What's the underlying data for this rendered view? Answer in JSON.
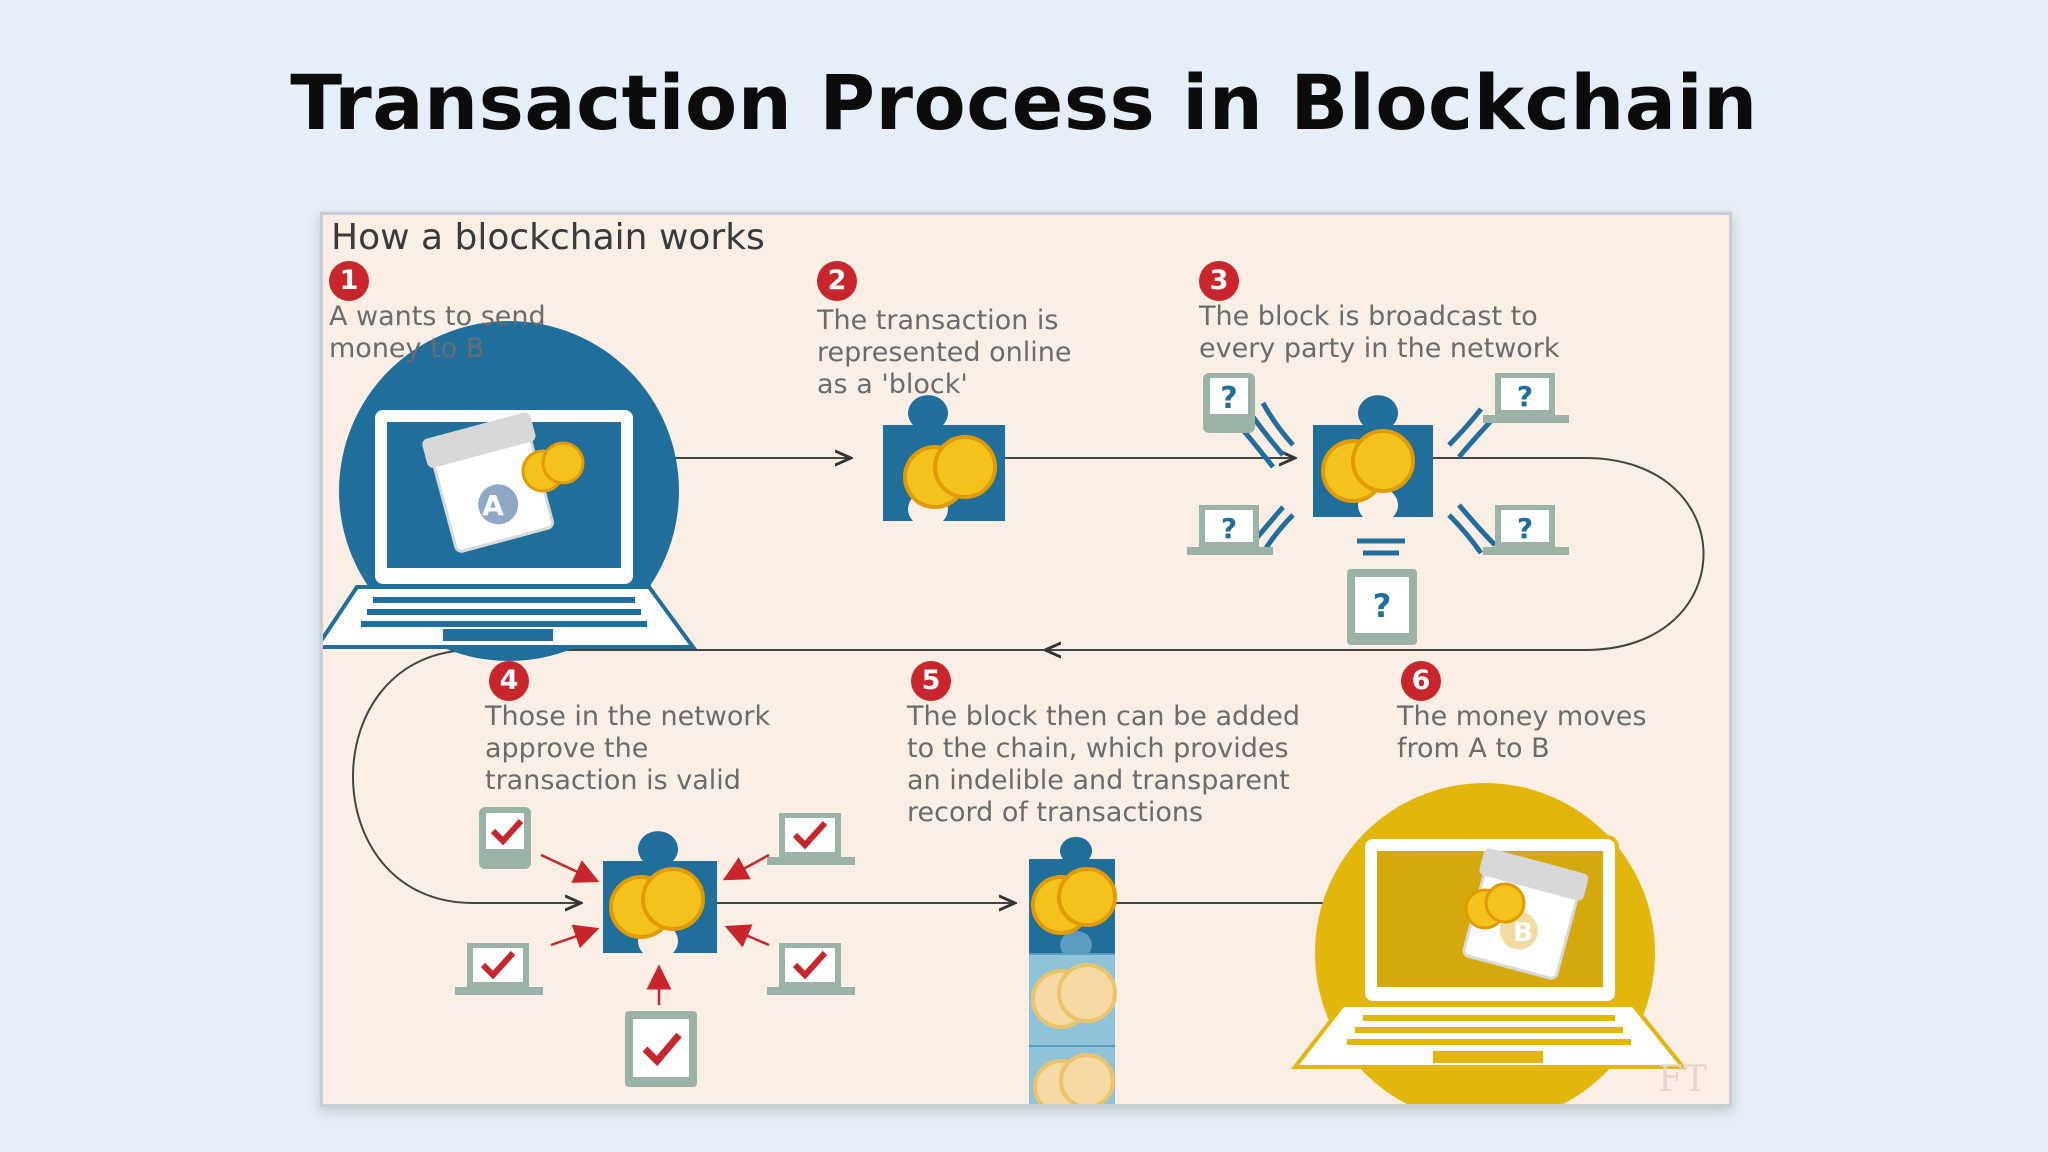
{
  "slide": {
    "title": "Transaction Process in Blockchain"
  },
  "diagram": {
    "heading": "How a blockchain works",
    "watermark": "FT",
    "colors": {
      "panel_bg": "#fbeee4",
      "blue": "#1f6e9c",
      "dark_blue": "#0f5c8a",
      "gold": "#e8b800",
      "coin": "#f5c21b",
      "red": "#c8252c",
      "device_green": "#9ab3a6",
      "light_blue": "#8fc3da"
    },
    "steps": [
      {
        "number": "1",
        "lines": [
          "A wants to send",
          "money to B"
        ]
      },
      {
        "number": "2",
        "lines": [
          "The transaction is",
          "represented online",
          "as a 'block'"
        ]
      },
      {
        "number": "3",
        "lines": [
          "The block is broadcast to",
          "every party in the network"
        ]
      },
      {
        "number": "4",
        "lines": [
          "Those in the network",
          "approve the",
          "transaction is valid"
        ]
      },
      {
        "number": "5",
        "lines": [
          "The block then can be added",
          "to the chain, which provides",
          "an indelible and transparent",
          "record of transactions"
        ]
      },
      {
        "number": "6",
        "lines": [
          "The money moves",
          "from A to B"
        ]
      }
    ],
    "sender_label": "A",
    "receiver_label": "B",
    "unknown_mark": "?",
    "icons": {
      "sender": "laptop-wallet-icon",
      "receiver": "laptop-wallet-icon",
      "block": "puzzle-block-icon",
      "node_unknown": "question-device-icon",
      "node_approved": "checkmark-device-icon"
    }
  }
}
